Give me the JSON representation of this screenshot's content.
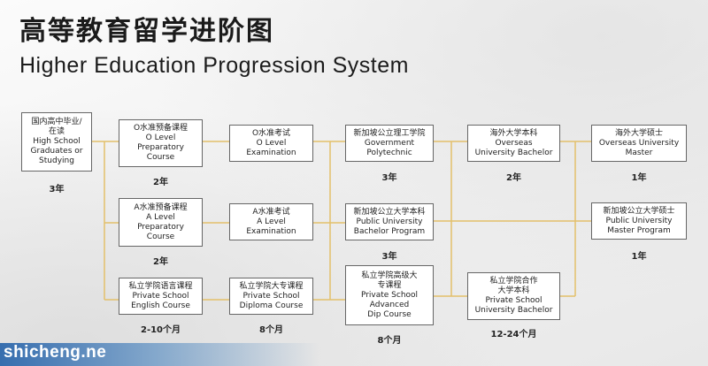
{
  "title_zh": "高等教育留学进阶图",
  "title_en": "Higher Education Progression System",
  "colors": {
    "connector": "#e3c06a",
    "box_border": "#666666",
    "box_bg": "#ffffff"
  },
  "boxes": {
    "start": {
      "lines": [
        "国内高中毕业/",
        "在读",
        "High School",
        "Graduates or",
        "Studying"
      ],
      "duration": "3年"
    },
    "o_prep": {
      "lines": [
        "O水准预备课程",
        "O Level",
        "Preparatory",
        "Course"
      ],
      "duration": "2年"
    },
    "a_prep": {
      "lines": [
        "A水准预备课程",
        "A Level",
        "Preparatory",
        "Course"
      ],
      "duration": "2年"
    },
    "lang": {
      "lines": [
        "私立学院语言课程",
        "Private School",
        "English Course"
      ],
      "duration": "2-10个月"
    },
    "o_exam": {
      "lines": [
        "O水准考试",
        "O Level",
        "Examination"
      ]
    },
    "a_exam": {
      "lines": [
        "A水准考试",
        "A Level",
        "Examination"
      ]
    },
    "diploma": {
      "lines": [
        "私立学院大专课程",
        "Private School",
        "Diploma Course"
      ],
      "duration": "8个月"
    },
    "poly": {
      "lines": [
        "新加坡公立理工学院",
        "Government",
        "Polytechnic"
      ],
      "duration": "3年"
    },
    "pub_bach": {
      "lines": [
        "新加坡公立大学本科",
        "Public University",
        "Bachelor Program"
      ],
      "duration": "3年"
    },
    "adv_dip": {
      "lines": [
        "私立学院高级大",
        "专课程",
        "Private School",
        "Advanced",
        "Dip Course"
      ],
      "duration": "8个月"
    },
    "ovs_bach": {
      "lines": [
        "海外大学本科",
        "Overseas",
        "University Bachelor"
      ],
      "duration": "2年"
    },
    "priv_bach": {
      "lines": [
        "私立学院合作",
        "大学本科",
        "Private School",
        "University Bachelor"
      ],
      "duration": "12-24个月"
    },
    "ovs_master": {
      "lines": [
        "海外大学硕士",
        "Overseas University",
        "Master"
      ],
      "duration": "1年"
    },
    "pub_master": {
      "lines": [
        "新加坡公立大学硕士",
        "Public University",
        "Master Program"
      ],
      "duration": "1年"
    }
  },
  "watermark": "shicheng.ne"
}
